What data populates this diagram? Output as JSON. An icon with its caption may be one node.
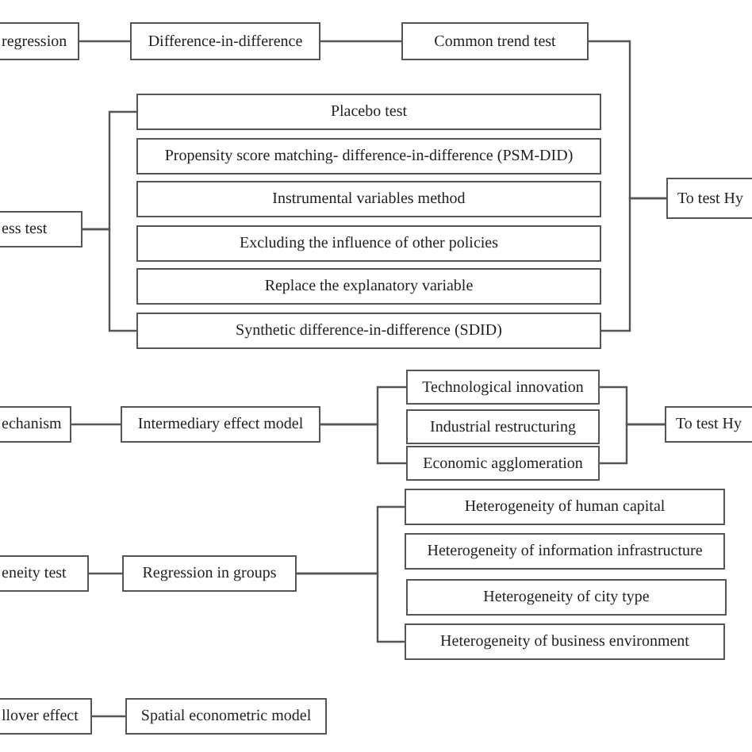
{
  "diagram": {
    "nodes": [
      {
        "text": [
          "regression"
        ]
      },
      {
        "text": [
          "Difference-in-difference"
        ]
      },
      {
        "text": [
          "Common trend test"
        ]
      },
      {
        "text": [
          "ess test"
        ]
      },
      {
        "text": [
          "Placebo test"
        ]
      },
      {
        "text": [
          "Propensity score matching- difference-in-difference (PSM-DID)"
        ]
      },
      {
        "text": [
          "Instrumental variables method"
        ]
      },
      {
        "text": [
          "Excluding the influence of other policies"
        ]
      },
      {
        "text": [
          "Replace the explanatory variable"
        ]
      },
      {
        "text": [
          "Synthetic difference-in-difference (SDID)"
        ]
      },
      {
        "text": [
          "To test Hy"
        ]
      },
      {
        "text": [
          "echanism"
        ]
      },
      {
        "text": [
          "Intermediary effect model"
        ]
      },
      {
        "text": [
          "Technological innovation"
        ]
      },
      {
        "text": [
          "Industrial restructuring"
        ]
      },
      {
        "text": [
          "Economic agglomeration"
        ]
      },
      {
        "text": [
          "To test Hy"
        ]
      },
      {
        "text": [
          "eneity test"
        ]
      },
      {
        "text": [
          "Regression in groups"
        ]
      },
      {
        "text": [
          "Heterogeneity of human capital"
        ]
      },
      {
        "text": [
          "Heterogeneity of information infrastructure"
        ]
      },
      {
        "text": [
          "Heterogeneity of city type"
        ]
      },
      {
        "text": [
          "Heterogeneity of business environment"
        ]
      },
      {
        "text": [
          "llover effect"
        ]
      },
      {
        "text": [
          "Spatial econometric model"
        ]
      }
    ],
    "edges": [
      {
        "from": 0,
        "to": 1,
        "arrow": "none"
      },
      {
        "from": 1,
        "to": 2,
        "arrow": "none"
      },
      {
        "from": 2,
        "to": 10,
        "arrow": "none"
      },
      {
        "from": 9,
        "to": 10,
        "arrow": "none"
      },
      {
        "from": 3,
        "to": 4,
        "arrow": "none"
      },
      {
        "from": 3,
        "to": 9,
        "arrow": "none"
      },
      {
        "from": 11,
        "to": 12,
        "arrow": "none"
      },
      {
        "from": 12,
        "to": 13,
        "arrow": "none"
      },
      {
        "from": 12,
        "to": 15,
        "arrow": "none"
      },
      {
        "from": 13,
        "to": 16,
        "arrow": "none"
      },
      {
        "from": 15,
        "to": 16,
        "arrow": "none"
      },
      {
        "from": 17,
        "to": 18,
        "arrow": "none"
      },
      {
        "from": 18,
        "to": 19,
        "arrow": "none"
      },
      {
        "from": 18,
        "to": 22,
        "arrow": "none"
      },
      {
        "from": 23,
        "to": 24,
        "arrow": "none"
      }
    ]
  }
}
